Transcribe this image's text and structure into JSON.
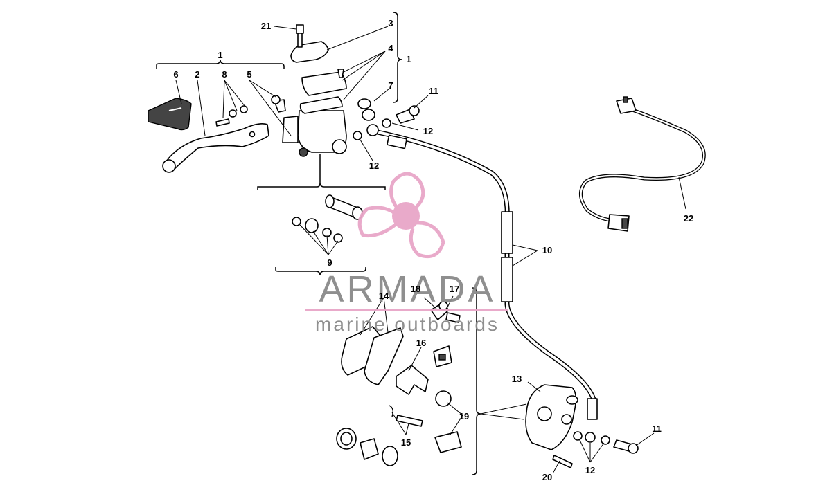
{
  "diagram": {
    "callouts": {
      "c1a": "1",
      "c1b": "1",
      "c2": "2",
      "c3": "3",
      "c4": "4",
      "c5": "5",
      "c6": "6",
      "c7": "7",
      "c8": "8",
      "c9": "9",
      "c10": "10",
      "c11a": "11",
      "c11b": "11",
      "c12a": "12",
      "c12b": "12",
      "c12c": "12",
      "c13": "13",
      "c14": "14",
      "c15": "15",
      "c16": "16",
      "c17": "17",
      "c18": "18",
      "c19": "19",
      "c20": "20",
      "c21": "21",
      "c22": "22"
    }
  },
  "watermark": {
    "brand": "ARMADA",
    "tagline": "marine outboards",
    "colors": {
      "propeller": "#e8a6c8",
      "text": "#8a8a8a"
    }
  }
}
